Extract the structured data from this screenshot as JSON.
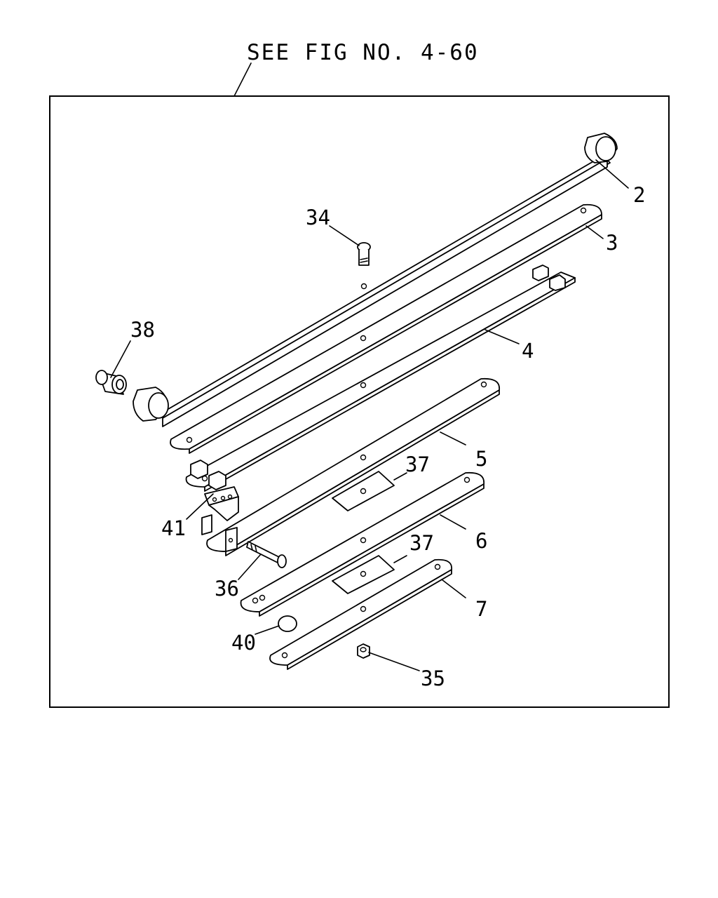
{
  "reference": {
    "text": "SEE FIG NO. 4-60"
  },
  "callouts": [
    {
      "id": "c2",
      "text": "2"
    },
    {
      "id": "c3",
      "text": "3"
    },
    {
      "id": "c34",
      "text": "34"
    },
    {
      "id": "c38",
      "text": "38"
    },
    {
      "id": "c4",
      "text": "4"
    },
    {
      "id": "c5",
      "text": "5"
    },
    {
      "id": "c37a",
      "text": "37"
    },
    {
      "id": "c41",
      "text": "41"
    },
    {
      "id": "c6",
      "text": "6"
    },
    {
      "id": "c37b",
      "text": "37"
    },
    {
      "id": "c36",
      "text": "36"
    },
    {
      "id": "c7",
      "text": "7"
    },
    {
      "id": "c40",
      "text": "40"
    },
    {
      "id": "c35",
      "text": "35"
    }
  ]
}
